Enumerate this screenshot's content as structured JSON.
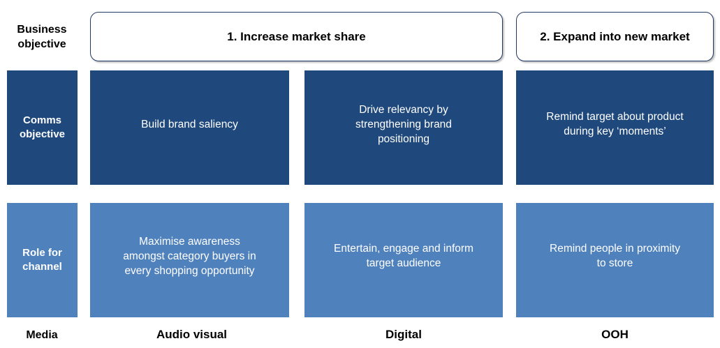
{
  "row_labels": {
    "business": "Business\nobjective",
    "comms": "Comms\nobjective",
    "role": "Role for\nchannel",
    "media": "Media"
  },
  "business_objectives": [
    "1. Increase market share",
    "2. Expand into new market"
  ],
  "comms_objectives": [
    "Build brand saliency",
    "Drive relevancy by\nstrengthening brand\npositioning",
    "Remind target about product\nduring key ‘moments’"
  ],
  "channel_roles": [
    "Maximise awareness\namongst category buyers in\nevery shopping opportunity",
    "Entertain, engage and inform\ntarget audience",
    "Remind people in proximity\nto store"
  ],
  "media": [
    "Audio visual",
    "Digital",
    "OOH"
  ],
  "colors": {
    "dark_blue": "#1f497d",
    "light_blue": "#4f81bd",
    "outline": "#1f3864"
  }
}
